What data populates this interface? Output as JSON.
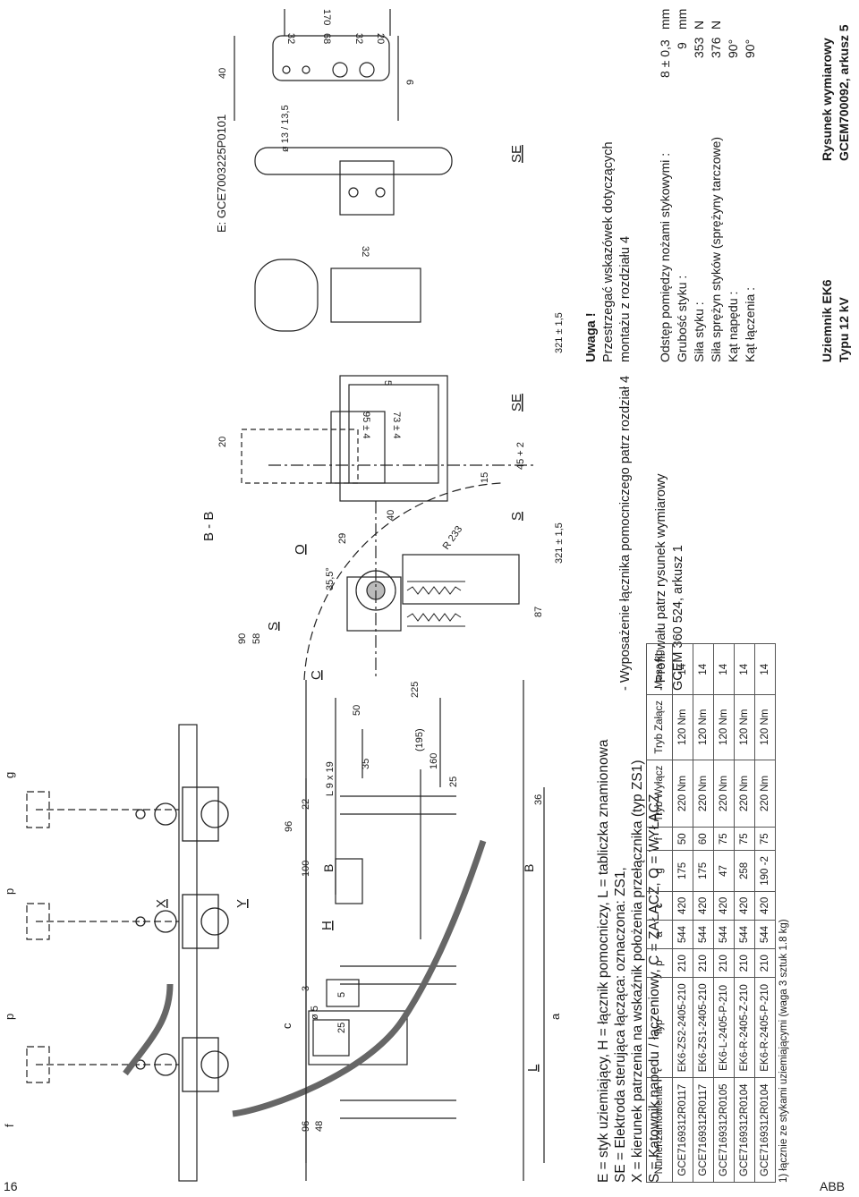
{
  "page": {
    "number": "16",
    "brand": "ABB"
  },
  "legend": [
    "E = styk uziemiający, H = łącznik pomocniczy, L = tabliczka znamionowa",
    "SE = Elektroda sterująca łącząca: oznaczona: ZS1,",
    "X = kierunek patrzenia na wskaźnik położenia przełącznika (typ ZS1)",
    "S = Kątownik napędu / łączeniowy, C = ZAŁĄCZ, O = WYŁĄCZ"
  ],
  "notes": [
    "- Wyposażenie łącznika pomocniczego patrz rozdział 4",
    "- Profil wału patrz rysunek wymiarowy",
    "  GCEM 360 524, arkusz 1"
  ],
  "warning": {
    "title": "Uwaga !",
    "lines": [
      "Przestrzegać wskazówek dotyczących",
      "montażu z rozdziału 4"
    ]
  },
  "specs": [
    {
      "label": "Odstęp pomiędzy nożami stykowymi :",
      "value": "8 ± 0,3",
      "unit": "mm"
    },
    {
      "label": "Grubość styku :",
      "value": "9",
      "unit": "mm"
    },
    {
      "label": "Siła styku :",
      "value": "353",
      "unit": "N"
    },
    {
      "label": "Siła sprężyn styków (sprężyny tarczowe)",
      "value": "376",
      "unit": "N"
    },
    {
      "label": "Kąt napędu :",
      "value": "90°",
      "unit": ""
    },
    {
      "label": "Kąt łączenia :",
      "value": "90°",
      "unit": ""
    }
  ],
  "title_block": {
    "product": "Uziemnik EK6",
    "type": "Typu 12 kV",
    "drawing_label": "Rysunek wymiarowy",
    "drawing_number": "GCEM700092, arkusz 5"
  },
  "table": {
    "headers": [
      "Numer zamówienia",
      "Typ",
      "p",
      "a",
      "c",
      "g",
      "f",
      "Tryb Wyłącz",
      "Tryb Załącz",
      "Masa kg"
    ],
    "rows": [
      [
        "GCE7169312R0117",
        "EK6-ZS2-2405-210",
        "210",
        "544",
        "420",
        "175",
        "50",
        "220 Nm",
        "120 Nm",
        "14"
      ],
      [
        "GCE7169312R0117",
        "EK6-ZS1-2405-210",
        "210",
        "544",
        "420",
        "175",
        "60",
        "220 Nm",
        "120 Nm",
        "14"
      ],
      [
        "GCE7169312R0105",
        "EK6-L-2405-P-210",
        "210",
        "544",
        "420",
        "47",
        "75",
        "220 Nm",
        "120 Nm",
        "14"
      ],
      [
        "GCE7169312R0104",
        "EK6-R-2405-Z-210",
        "210",
        "544",
        "420",
        "258",
        "75",
        "220 Nm",
        "120 Nm",
        "14"
      ],
      [
        "GCE7169312R0104",
        "EK6-R-2405-P-210",
        "210",
        "544",
        "420",
        "190 -2",
        "75",
        "220 Nm",
        "120 Nm",
        "14"
      ]
    ],
    "footnote": "1) łącznie ze stykami uziemiającymi (waga 3 sztuk 1.8 kg)"
  },
  "drawing_labels": {
    "section": "B - B",
    "e_ref": "E: GCE7003225P0101",
    "se1": "SE",
    "se2": "SE",
    "s1": "S",
    "s2": "S",
    "c": "C",
    "o": "O",
    "x": "X",
    "y": "Y",
    "h": "H",
    "l": "L",
    "b1": "B",
    "b2": "B",
    "f": "f",
    "p1": "p",
    "p2": "p",
    "g": "g",
    "c_dim": "c",
    "a": "a",
    "d225": "225",
    "d195": "(195)",
    "d160": "160",
    "d50": "50",
    "d35": "35",
    "d25": "25",
    "d36": "36",
    "d96a": "96",
    "d96b": "96",
    "d48": "48",
    "d100": "100",
    "d22": "22",
    "d3": "3",
    "d5": "5",
    "phi5": "ø 5",
    "d25b": "25",
    "l9x19": "L 9 x 19",
    "d90": "90",
    "d58": "58",
    "d35_5": "35,5°",
    "r233": "R 233",
    "d29": "29",
    "d40": "40",
    "d15": "15",
    "d87": "87",
    "d321a": "321 ± 1,5",
    "d321b": "321 ± 1,5",
    "d45": "45 + 2",
    "d20": "20",
    "d95": "95 ± 4",
    "d73": "73 ± 4",
    "d5b": "5",
    "d32": "32",
    "d40b": "40",
    "d170": "170",
    "d32a": "32",
    "d68": "68",
    "d32b": "32",
    "d20b": "20",
    "phi13": "ø 13 / 13,5",
    "d9": "9"
  }
}
